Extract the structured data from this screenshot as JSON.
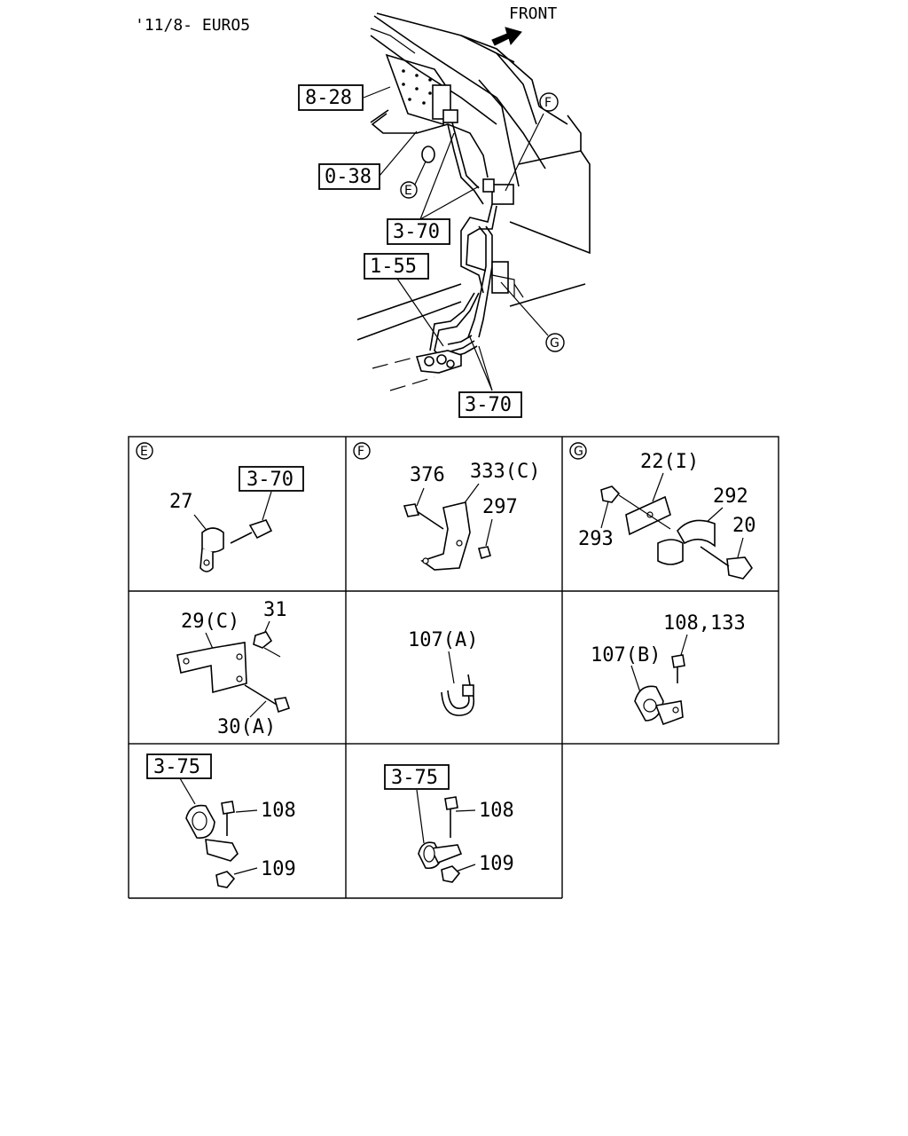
{
  "header": {
    "model_label": "'11/8- EURO5",
    "front_label": "FRONT"
  },
  "main_callouts": {
    "c828": "8-28",
    "c038": "0-38",
    "c370a": "3-70",
    "c155": "1-55",
    "c370b": "3-70",
    "e": "E",
    "f": "F",
    "g": "G"
  },
  "detail_E": {
    "marker": "E",
    "ref": "3-70",
    "part": "27"
  },
  "detail_F": {
    "marker": "F",
    "p1": "376",
    "p2": "333(C)",
    "p3": "297"
  },
  "detail_G": {
    "marker": "G",
    "p1": "22(I)",
    "p2": "292",
    "p3": "293",
    "p4": "20"
  },
  "detail_29": {
    "p1": "29(C)",
    "p2": "31",
    "p3": "30(A)"
  },
  "detail_107a": {
    "p1": "107(A)"
  },
  "detail_107b": {
    "p1": "108,133",
    "p2": "107(B)"
  },
  "detail_375a": {
    "ref": "3-75",
    "p1": "108",
    "p2": "109"
  },
  "detail_375b": {
    "ref": "3-75",
    "p1": "108",
    "p2": "109"
  }
}
